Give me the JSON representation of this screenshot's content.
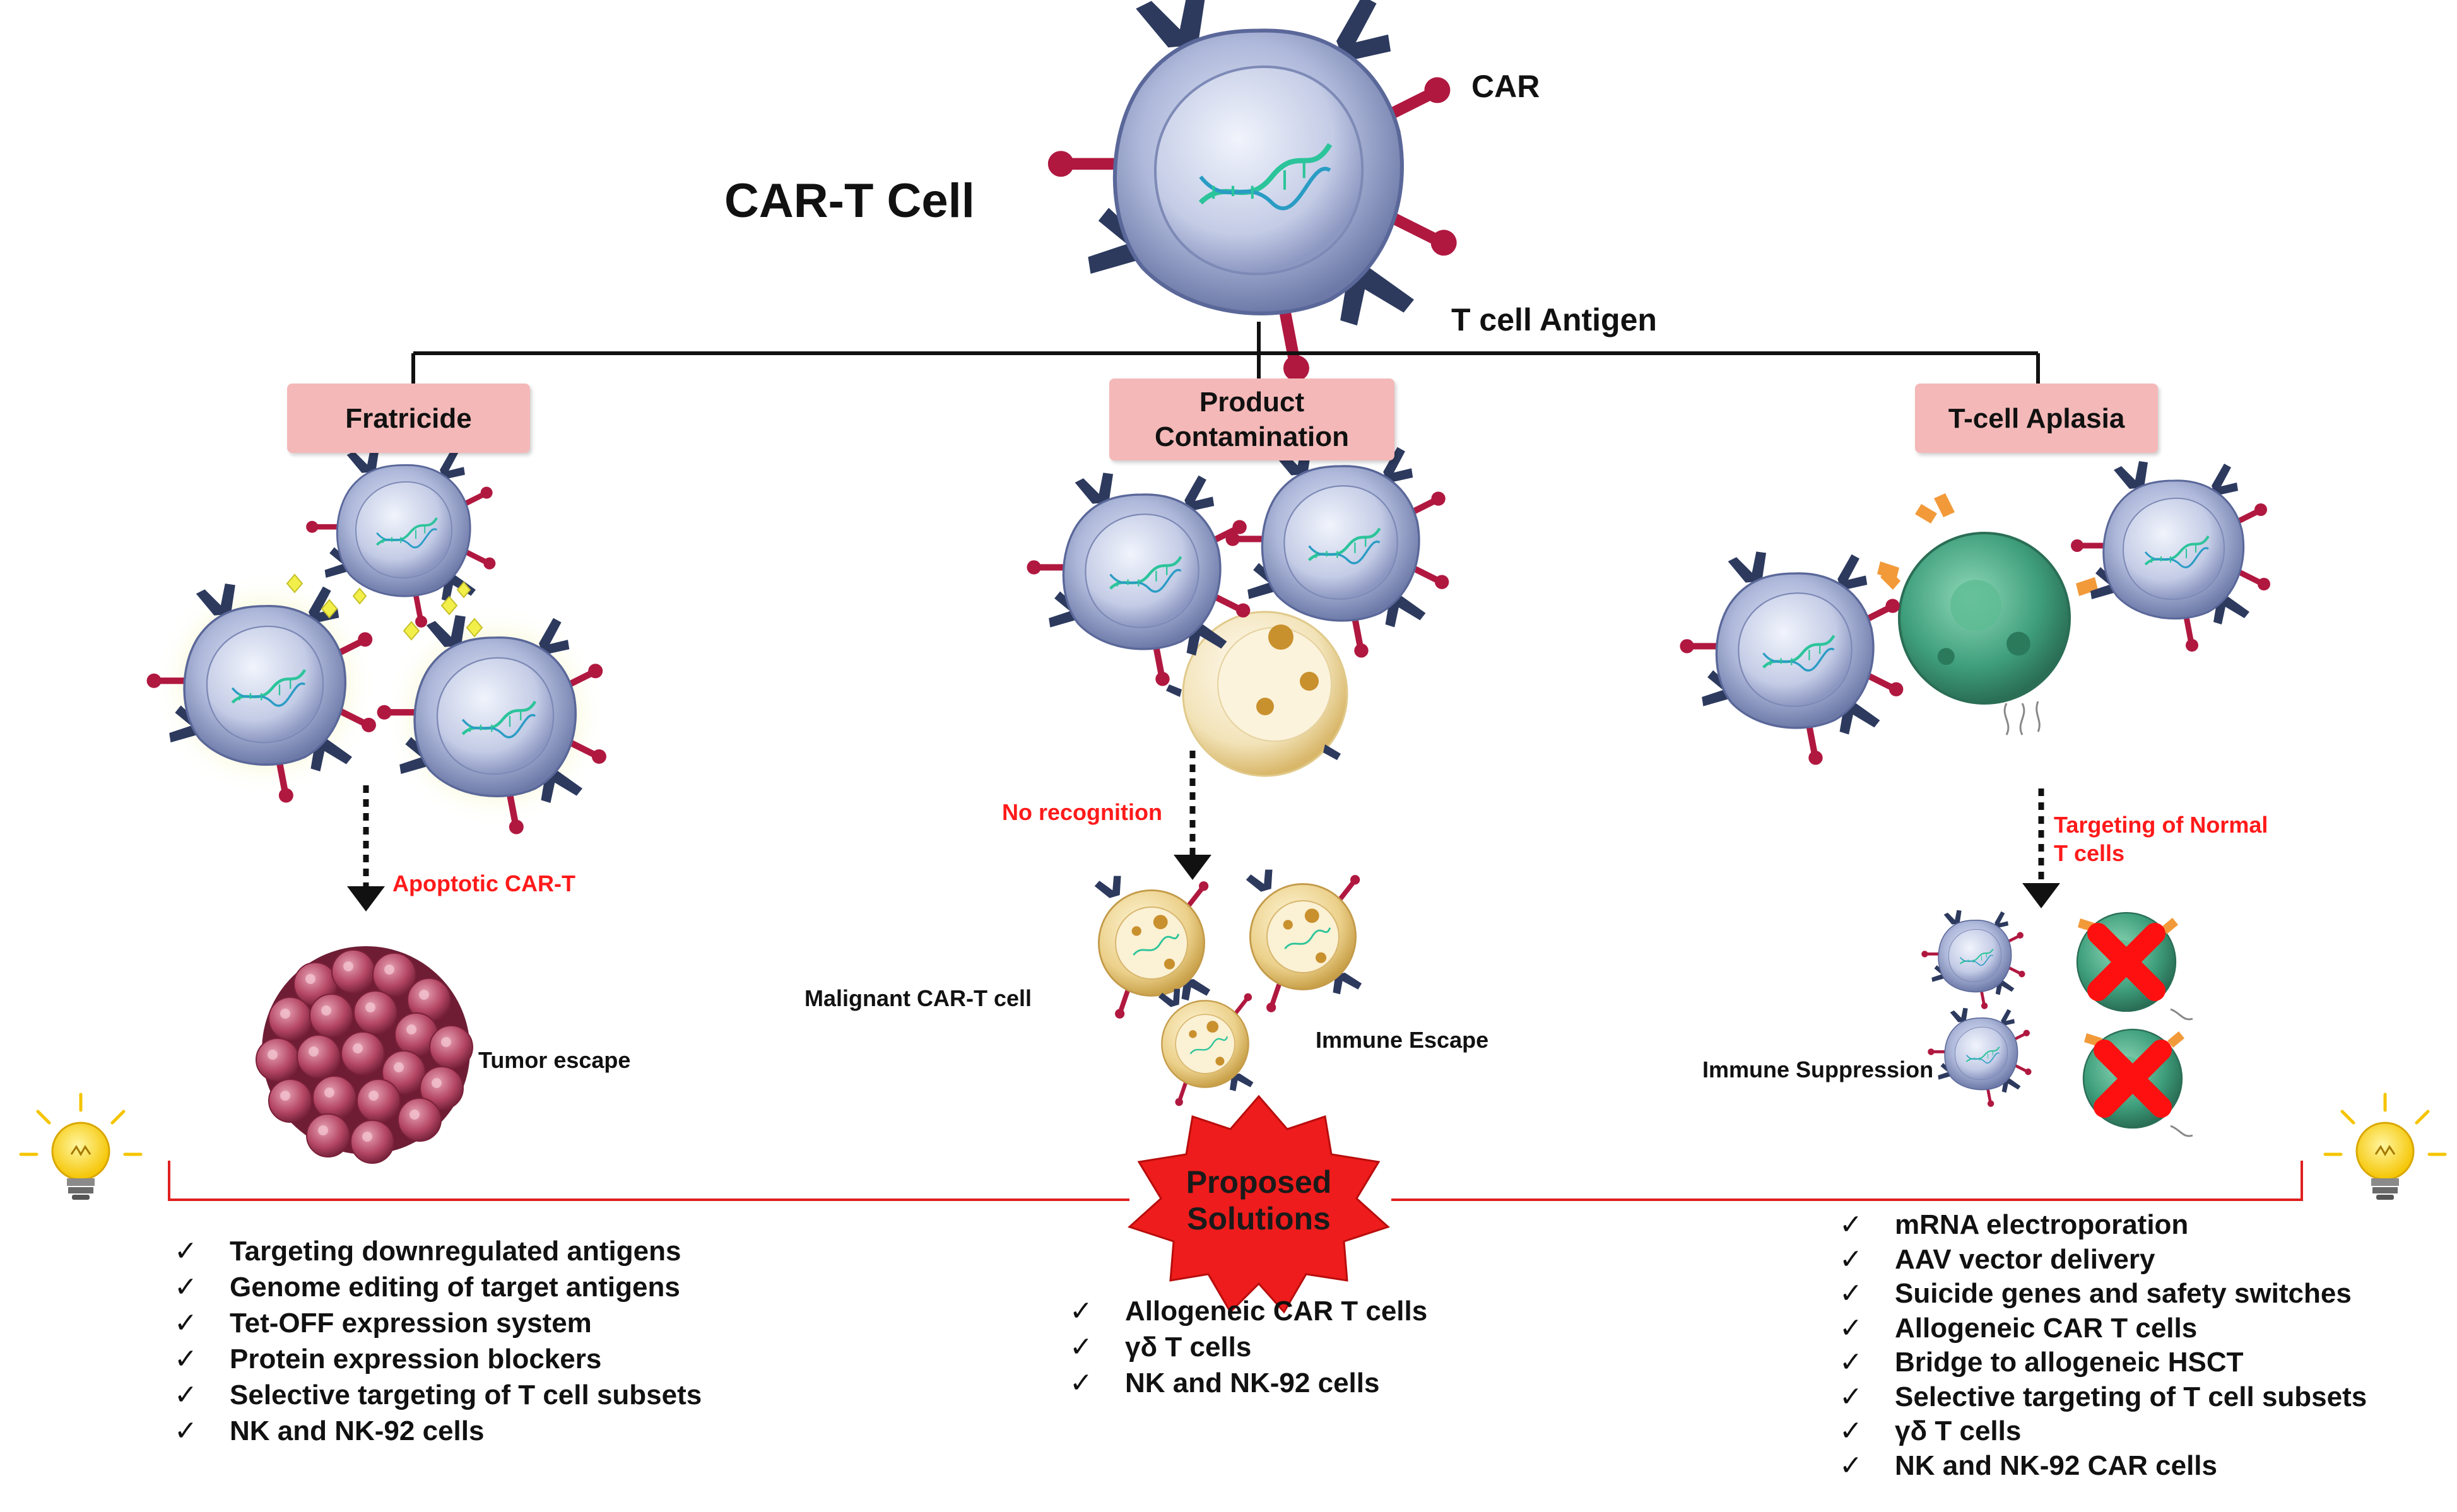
{
  "header": {
    "title": "CAR-T Cell",
    "car_label": "CAR",
    "antigen_label": "T cell Antigen"
  },
  "branches": [
    {
      "label": "Fratricide",
      "arrow_label": "Apoptotic CAR-T",
      "outcome_labels": [
        "Tumor escape"
      ]
    },
    {
      "label": "Product Contamination",
      "label_lines": [
        "Product",
        "Contamination"
      ],
      "arrow_label": "No recognition",
      "outcome_labels": [
        "Malignant CAR-T cell",
        "Immune Escape"
      ]
    },
    {
      "label": "T-cell Aplasia",
      "arrow_label": "Targeting of Normal T cells",
      "arrow_label_lines": [
        "Targeting of Normal",
        "T cells"
      ],
      "outcome_labels": [
        "Immune Suppression"
      ]
    }
  ],
  "solutions": {
    "title": "Proposed Solutions",
    "title_lines": [
      "Proposed",
      "Solutions"
    ],
    "check_glyph": "✓",
    "left": [
      "Targeting downregulated antigens",
      "Genome editing of target antigens",
      "Tet-OFF expression system",
      "Protein expression blockers",
      "Selective targeting of T cell subsets",
      "NK and NK-92 cells"
    ],
    "center": [
      "Allogeneic CAR T cells",
      "γδ T cells",
      "NK and NK-92 cells"
    ],
    "right": [
      "mRNA electroporation",
      "AAV vector delivery",
      "Suicide genes and safety switches",
      "Allogeneic CAR T cells",
      "Bridge to allogeneic HSCT",
      "Selective targeting of T cell subsets",
      "γδ T cells",
      "NK and NK-92 CAR cells"
    ]
  },
  "colors": {
    "pill": "#f4b8b8",
    "red_text": "#ff1a1a",
    "burst": "#ee1c1c",
    "solution_line": "#e02020",
    "tcell_body": "#aab4d6",
    "tcell_nucleus": "#c7cfe8",
    "antigen": "#2d3a5e",
    "car": "#b01840",
    "dna": "#2cc49a",
    "tumor": "#a83352",
    "malignant_cell": "#f0dfa8",
    "normal_tcell": "#3d9c78",
    "x_mark": "#ff1010",
    "bulb": "#ffd21a"
  },
  "icons": [
    "car-t-cell-icon",
    "dna-icon",
    "tumor-mass-icon",
    "lightbulb-icon",
    "x-mark-icon",
    "starburst-icon"
  ]
}
